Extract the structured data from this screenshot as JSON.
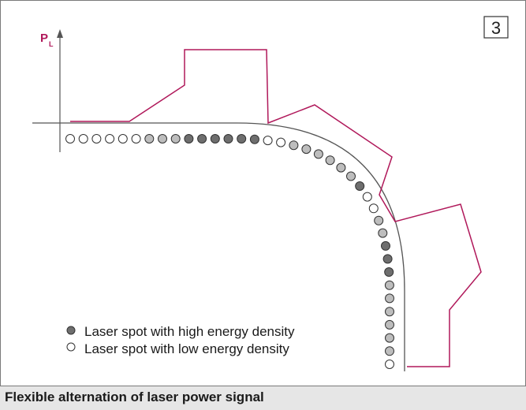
{
  "figure_number": "3",
  "axis_label": {
    "main": "P",
    "subscript": "L"
  },
  "legend": [
    {
      "marker": "high",
      "label": "Laser spot with high energy density"
    },
    {
      "marker": "low",
      "label": "Laser spot with low energy density"
    }
  ],
  "caption": "Flexible alternation of laser power signal",
  "colors": {
    "power_signal": "#b0185a",
    "contour": "#555555",
    "spot_high": "#6e6e6e",
    "spot_mid": "#bdbdbd",
    "spot_low": "#ffffff",
    "spot_stroke": "#333333"
  },
  "spot_sequence": [
    "low",
    "low",
    "low",
    "low",
    "low",
    "low",
    "mid",
    "mid",
    "mid",
    "high",
    "high",
    "high",
    "high",
    "high",
    "high",
    "low",
    "low",
    "mid",
    "mid",
    "mid",
    "mid",
    "mid",
    "mid",
    "high",
    "low",
    "low",
    "mid",
    "mid",
    "high",
    "high",
    "high",
    "mid",
    "mid",
    "mid",
    "mid",
    "mid",
    "mid",
    "low"
  ]
}
